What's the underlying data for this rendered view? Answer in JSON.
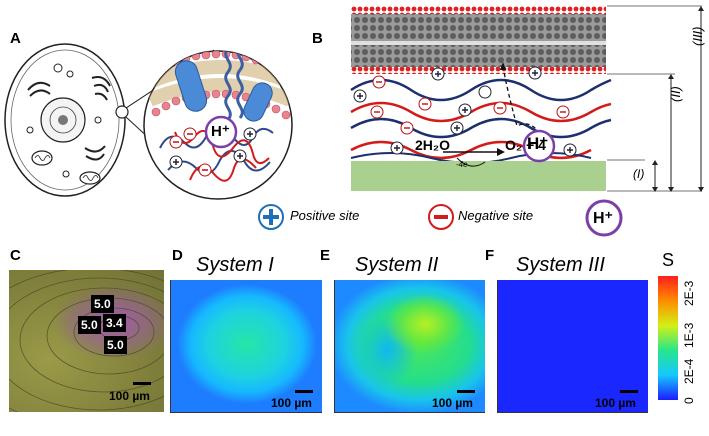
{
  "panels": {
    "a": "A",
    "b": "B",
    "c": "C",
    "d": "D",
    "e": "E",
    "f": "F"
  },
  "membrane_label": "H⁺",
  "layers": {
    "i": "(I)",
    "ii": "(II)",
    "iii": "(III)"
  },
  "reaction": {
    "left": "2H₂O",
    "electrons": "-4e",
    "right": "O₂ + 4",
    "proton": "H⁺"
  },
  "legend": {
    "positive": "Positive site",
    "negative": "Negative site",
    "proton": "H⁺"
  },
  "panel_c": {
    "values": [
      "5.0",
      "5.0",
      "3.4",
      "5.0"
    ],
    "scale": "100 µm"
  },
  "systems": {
    "d": {
      "title": "System I",
      "scale": "100 µm"
    },
    "e": {
      "title": "System II",
      "scale": "100 µm"
    },
    "f": {
      "title": "System III",
      "scale": "100 µm"
    }
  },
  "colorbar": {
    "unit": "S",
    "ticks": [
      "0",
      "2E-4",
      "1E-3",
      "2E-3"
    ],
    "colors": [
      "#1c1cff",
      "#14c8ff",
      "#28e68c",
      "#d2f014",
      "#ff8c00",
      "#ff1e1e"
    ]
  }
}
